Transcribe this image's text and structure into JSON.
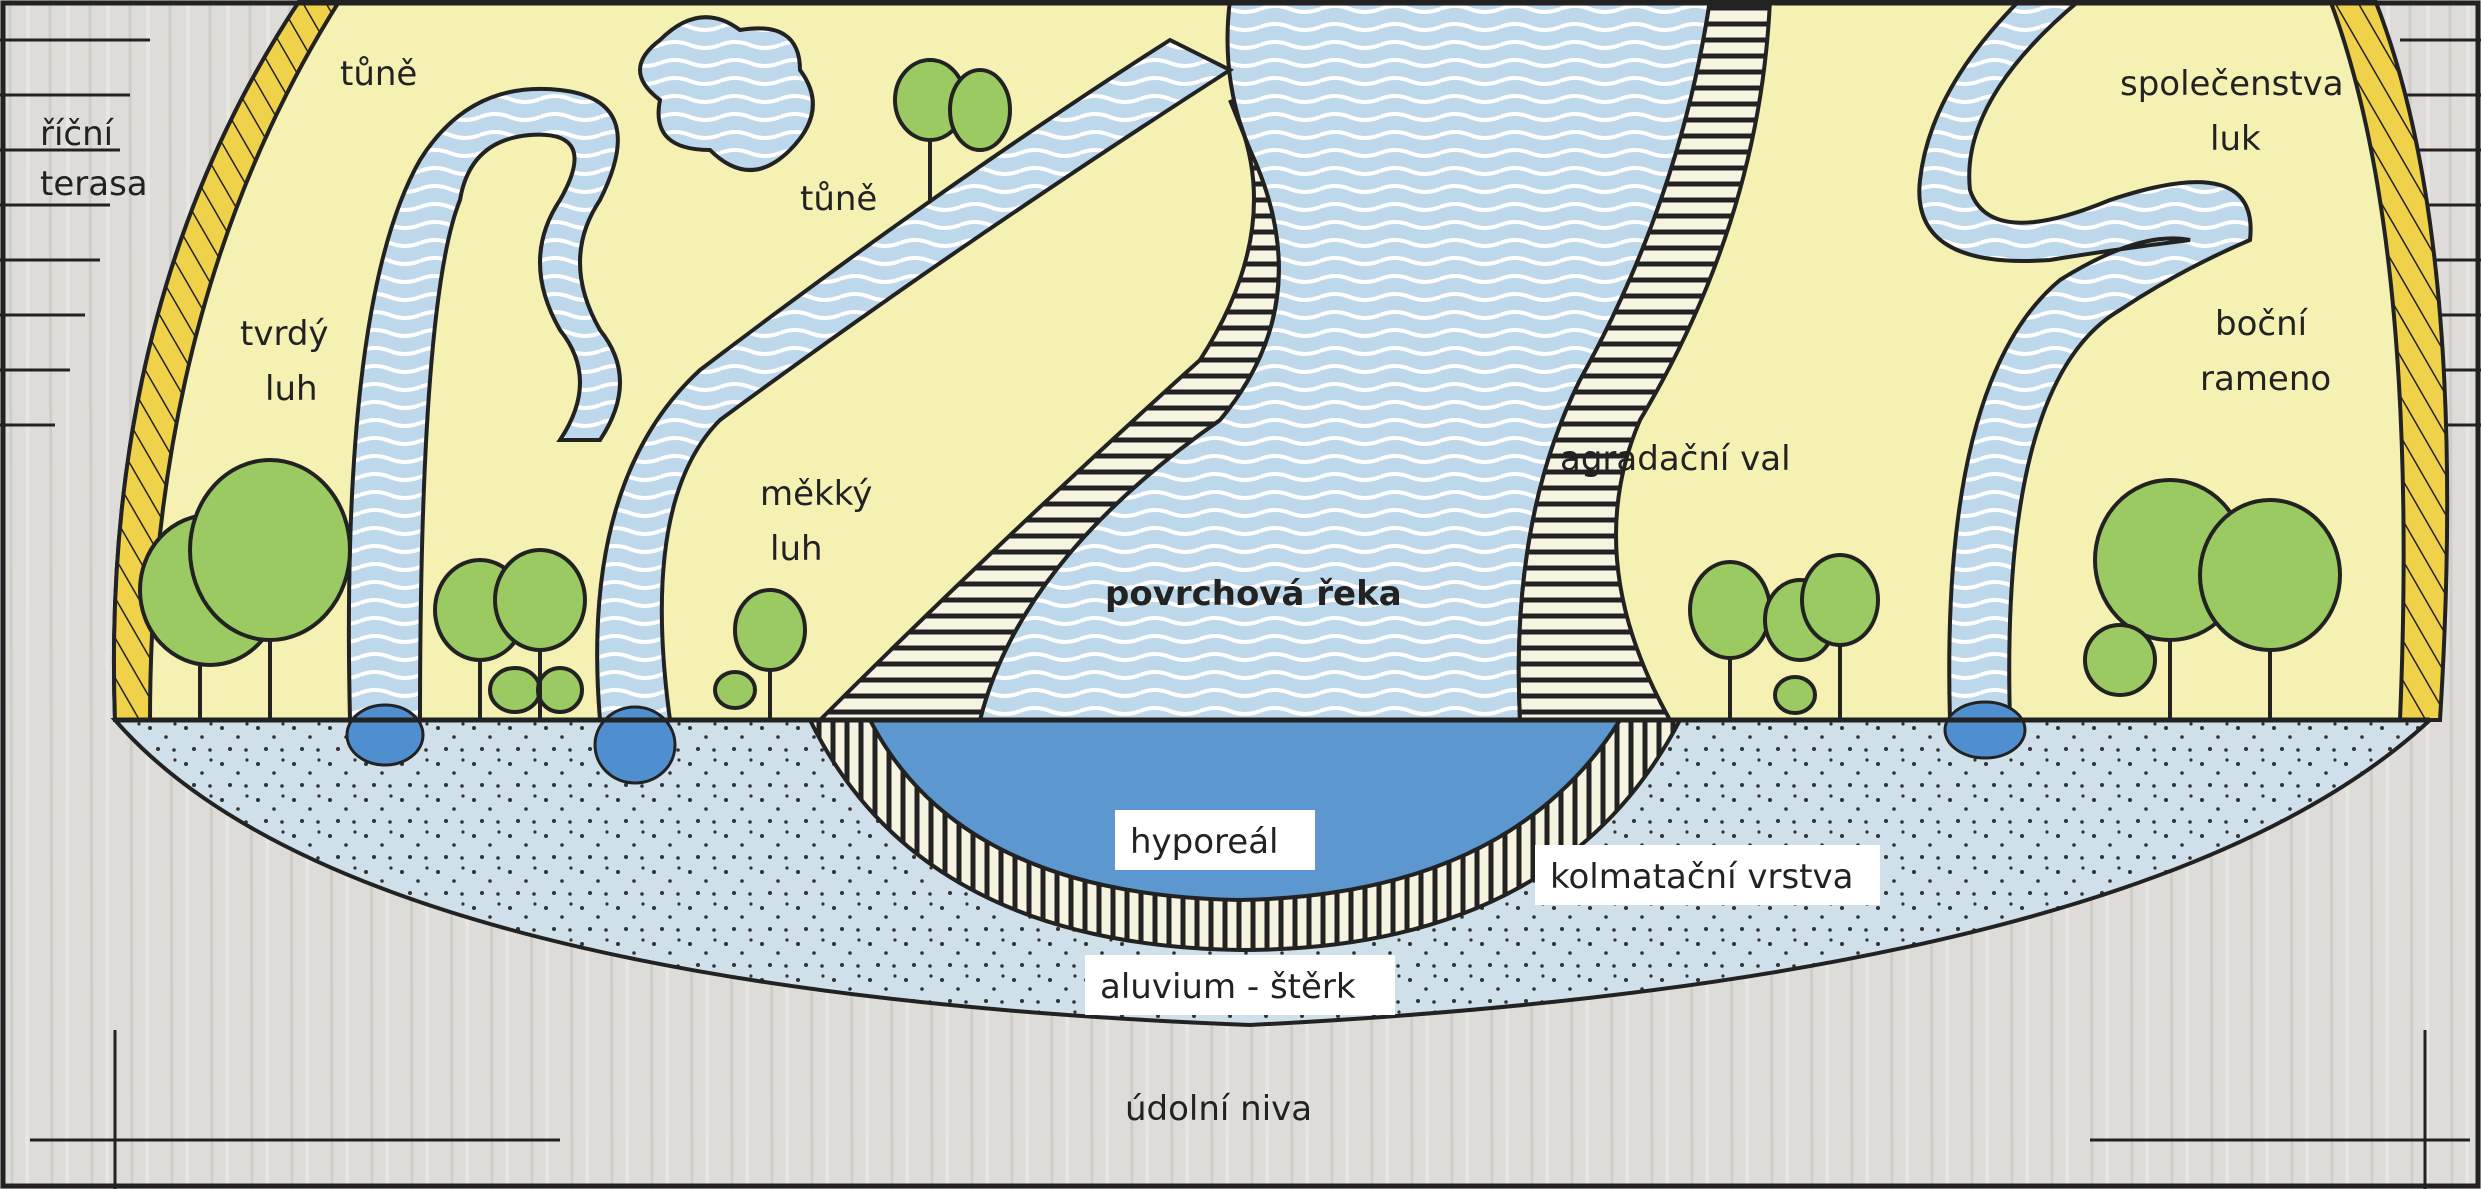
{
  "labels": {
    "ricni_terasa_1": "říční",
    "ricni_terasa_2": "terasa",
    "tune_1": "tůně",
    "tune_2": "tůně",
    "tvrdy_luh_1": "tvrdý",
    "tvrdy_luh_2": "luh",
    "mekky_luh_1": "měkký",
    "mekky_luh_2": "luh",
    "povrchova_reka": "povrchová řeka",
    "agradacni_val": "agradační val",
    "spolecenstva_luk_1": "společenstva",
    "spolecenstva_luk_2": "luk",
    "bocni_rameno_1": "boční",
    "bocni_rameno_2": "rameno",
    "hyporeal": "hyporeál",
    "kolmatacni_vrstva": "kolmatační vrstva",
    "aluvium": "aluvium - štěrk",
    "udolni_niva": "údolní niva"
  },
  "colors": {
    "meadow": "#f4f1b3",
    "water": "#bcd8ea",
    "water_dark": "#4f8fcf",
    "gravel": "#cfe0ea",
    "valley": "#dedcd8",
    "tree": "#9cca62",
    "terrace": "#f0d24a",
    "ink": "#222222"
  }
}
